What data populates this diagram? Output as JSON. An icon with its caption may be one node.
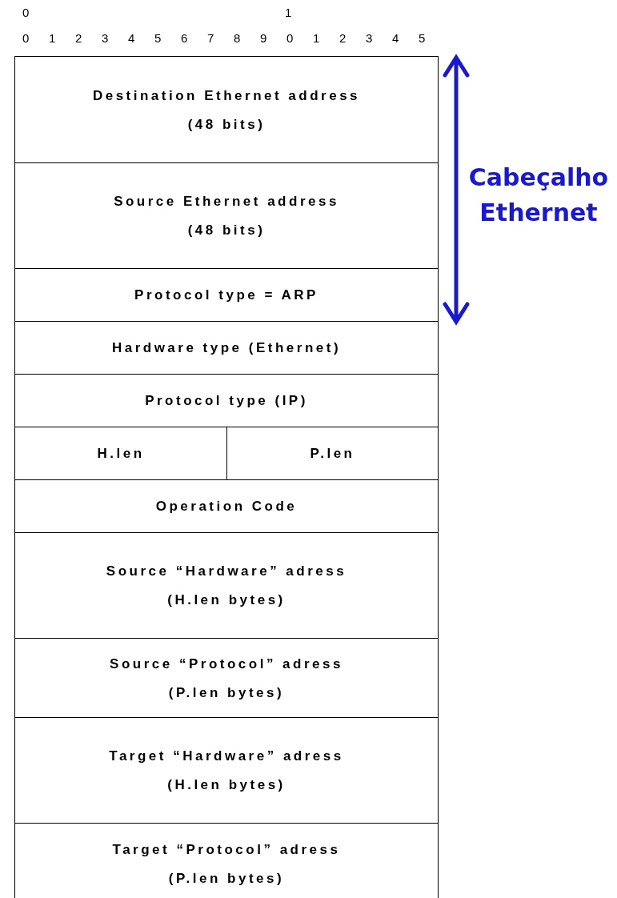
{
  "diagram": {
    "nodes": [
      {
        "text": [
          "Destination Ethernet address",
          "(48 bits)"
        ]
      },
      {
        "text": [
          "Source Ethernet address",
          "(48 bits)"
        ]
      },
      {
        "text": [
          "Protocol type = ARP"
        ]
      },
      {
        "text": [
          "Hardware type (Ethernet)"
        ]
      },
      {
        "text": [
          "Protocol type (IP)"
        ]
      },
      {
        "text": [
          "H.len"
        ]
      },
      {
        "text": [
          "P.len"
        ]
      },
      {
        "text": [
          "Operation Code"
        ]
      },
      {
        "text": [
          "Source “Hardware” adress",
          "(H.len bytes)"
        ]
      },
      {
        "text": [
          "Source “Protocol” adress",
          "(P.len bytes)"
        ]
      },
      {
        "text": [
          "Target “Hardware” adress",
          "(H.len bytes)"
        ]
      },
      {
        "text": [
          "Target “Protocol” adress",
          "(P.len bytes)"
        ]
      }
    ],
    "edges": [],
    "labels": [
      "0",
      "1",
      "0",
      "1",
      "2",
      "3",
      "4",
      "5",
      "6",
      "7",
      "8",
      "9",
      "0",
      "1",
      "2",
      "3",
      "4",
      "5",
      "Cabeçalho Ethernet"
    ]
  }
}
